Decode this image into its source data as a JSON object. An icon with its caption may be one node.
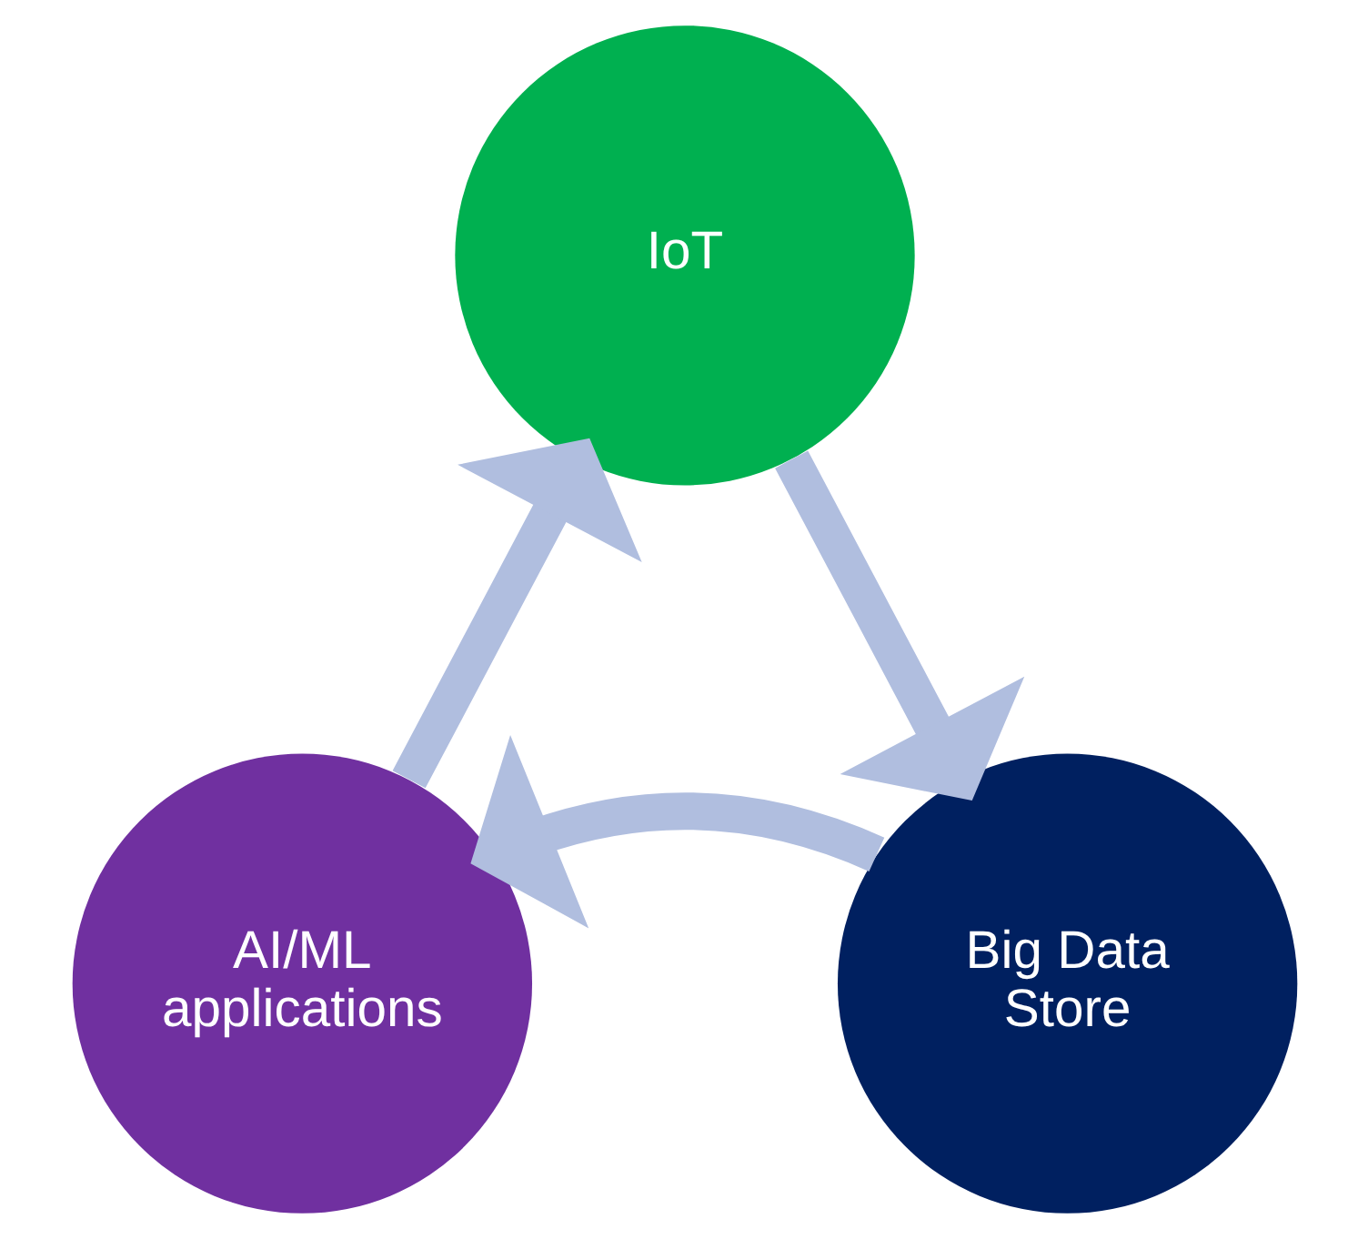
{
  "diagram": {
    "nodes": [
      {
        "text": [
          "IoT"
        ]
      },
      {
        "text": [
          "Big Data Store"
        ]
      },
      {
        "text": [
          "AI/ML applications"
        ]
      }
    ],
    "edges": [
      {
        "from": 0,
        "to": 1,
        "arrow": "to"
      },
      {
        "from": 1,
        "to": 2,
        "arrow": "to"
      },
      {
        "from": 2,
        "to": 0,
        "arrow": "to"
      }
    ]
  }
}
